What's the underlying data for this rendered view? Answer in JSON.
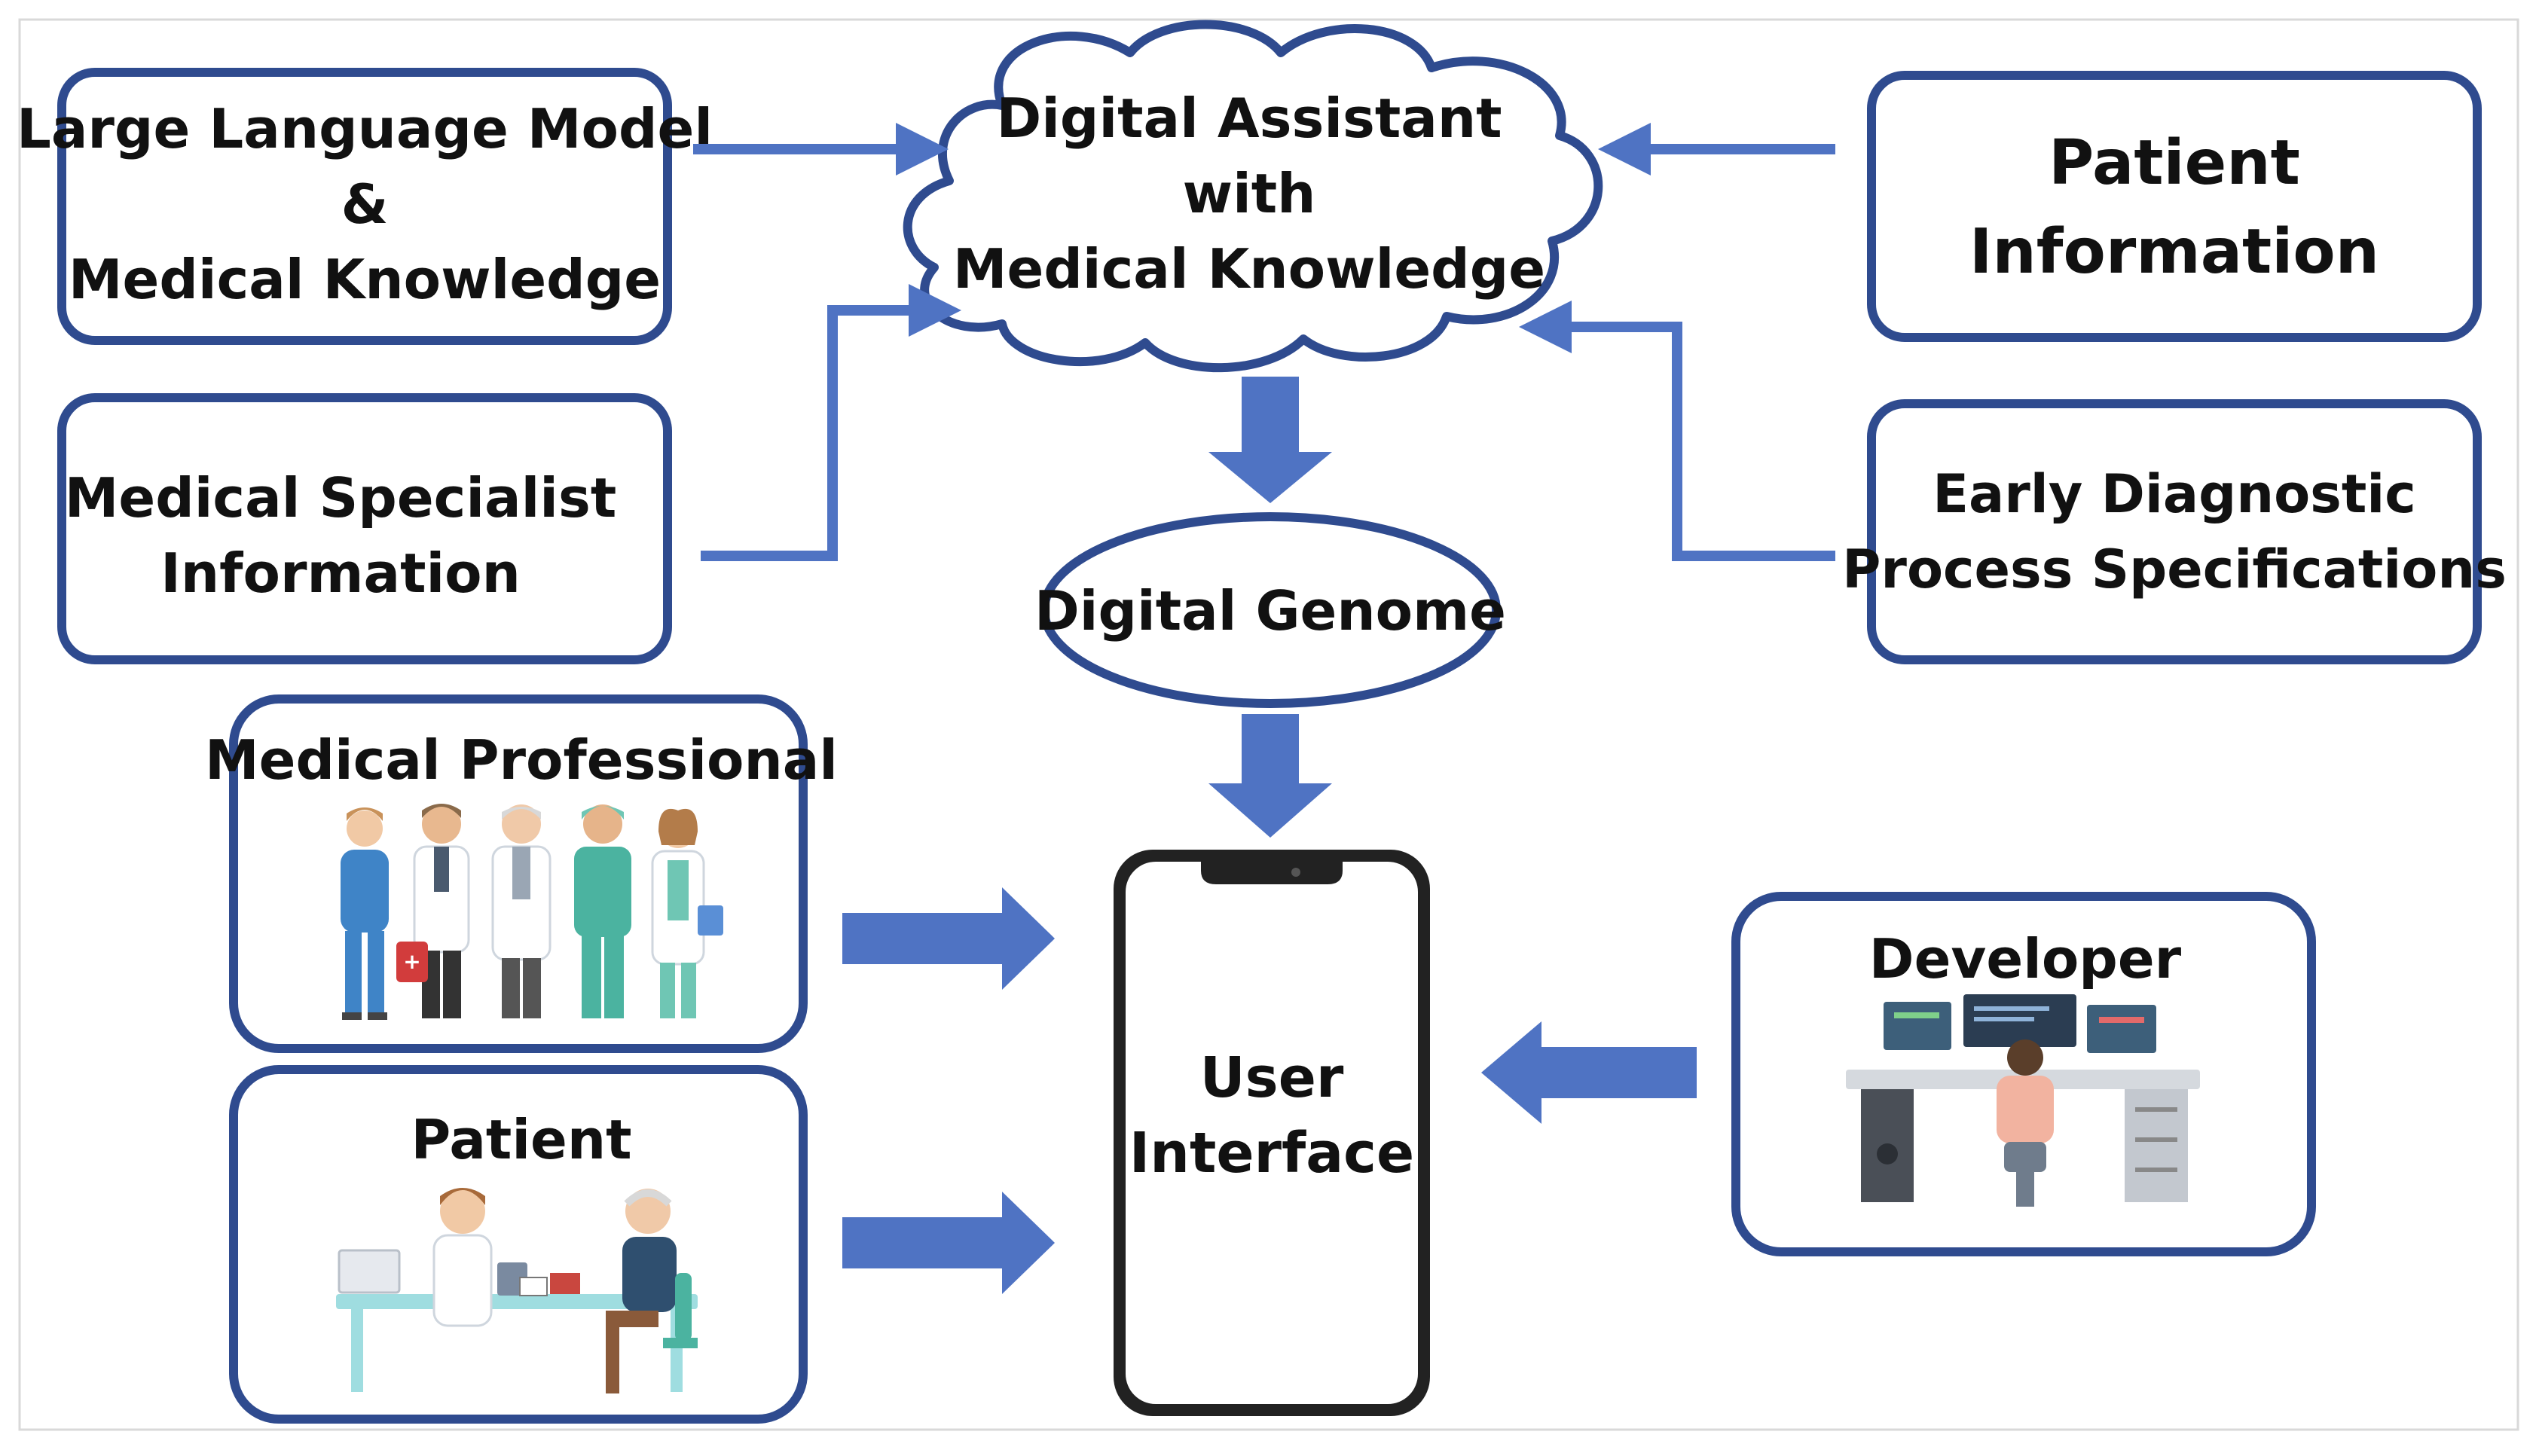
{
  "boxes": {
    "llm": {
      "lines": [
        "Large Language Model",
        "&",
        "Medical Knowledge"
      ]
    },
    "specialist": {
      "lines": [
        "Medical Specialist",
        "Information"
      ]
    },
    "patient_info": {
      "lines": [
        "Patient",
        "Information"
      ]
    },
    "early_dx": {
      "lines": [
        "Early Diagnostic",
        "Process Specifications"
      ]
    }
  },
  "cloud": {
    "lines": [
      "Digital Assistant",
      "with",
      "Medical Knowledge"
    ]
  },
  "genome": {
    "label": "Digital Genome"
  },
  "actors": {
    "medical_professional": {
      "label": "Medical Professional",
      "illustration": "medical-staff-group-illustration"
    },
    "patient": {
      "label": "Patient",
      "illustration": "doctor-patient-consultation-illustration"
    },
    "developer": {
      "label": "Developer",
      "illustration": "developer-workstation-illustration"
    }
  },
  "phone": {
    "lines": [
      "User",
      "Interface"
    ]
  },
  "colors": {
    "box_border": "#2f4b8f",
    "arrow": "#4f73c3",
    "text": "#111111",
    "frame": "#d9d9d9"
  }
}
